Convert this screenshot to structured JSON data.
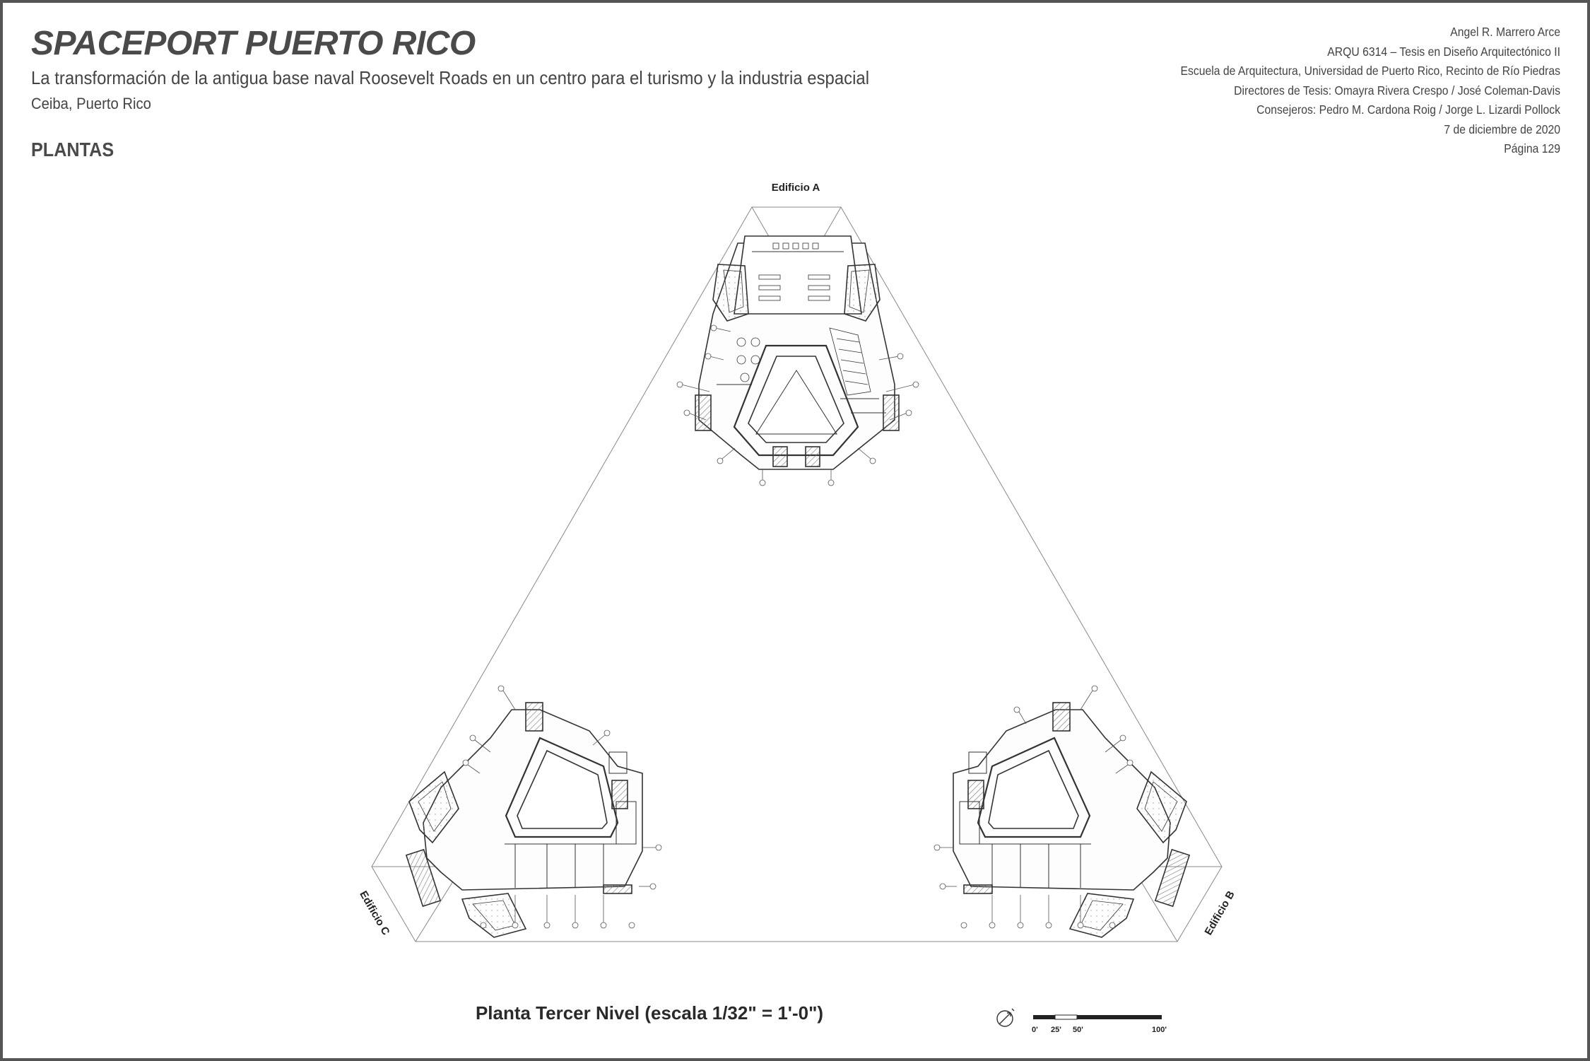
{
  "header": {
    "title": "SPACEPORT PUERTO RICO",
    "subtitle": "La transformación de la antigua base naval Roosevelt Roads en un centro para el turismo y la industria espacial",
    "location": "Ceiba, Puerto Rico",
    "section": "PLANTAS"
  },
  "info": {
    "author": "Angel R. Marrero Arce",
    "course": "ARQU 6314 – Tesis en Diseño Arquitectónico II",
    "school": "Escuela de Arquitectura, Universidad de Puerto Rico, Recinto de Río Piedras",
    "directors": "Directores de Tesis: Omayra Rivera Crespo / José Coleman-Davis",
    "advisors": "Consejeros: Pedro M. Cardona Roig / Jorge L. Lizardi Pollock",
    "date": "7 de diciembre de 2020",
    "page": "Página 129"
  },
  "plan": {
    "building_a": "Edificio A",
    "building_b": "Edificio B",
    "building_c": "Edificio C",
    "caption": "Planta Tercer Nivel (escala 1/32\" = 1'-0\")"
  },
  "scale": {
    "t0": "0'",
    "t25": "25'",
    "t50": "50'",
    "t100": "100'"
  },
  "colors": {
    "frame": "#555555",
    "title": "#4a4a4a",
    "line": "#333333",
    "hatch": "#9a9a9a"
  }
}
